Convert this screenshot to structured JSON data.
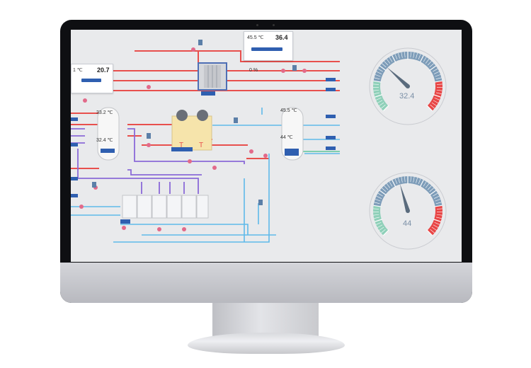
{
  "readouts": [
    {
      "id": "top",
      "temp": "45.5 ℃",
      "value": "36.4"
    },
    {
      "id": "left",
      "temp": "1 ℃",
      "value": "20.7"
    }
  ],
  "percent": "0 %",
  "temps": {
    "tank_left_top": "33.2 ℃",
    "tank_left_bottom": "32.4 ℃",
    "tank_right_top": "45.5 ℃",
    "tank_right_bottom": "44 ℃"
  },
  "gauges": [
    {
      "value": "32.4",
      "level": 32.4,
      "max": 100
    },
    {
      "value": "44",
      "level": 44,
      "max": 100
    }
  ],
  "colors": {
    "hot": "#e8504d",
    "cold": "#5fb9ea",
    "loop": "#8b6ad8",
    "gauge_blue": "#7e9db9",
    "gauge_green": "#8fd0b9",
    "gauge_red": "#e84646"
  }
}
